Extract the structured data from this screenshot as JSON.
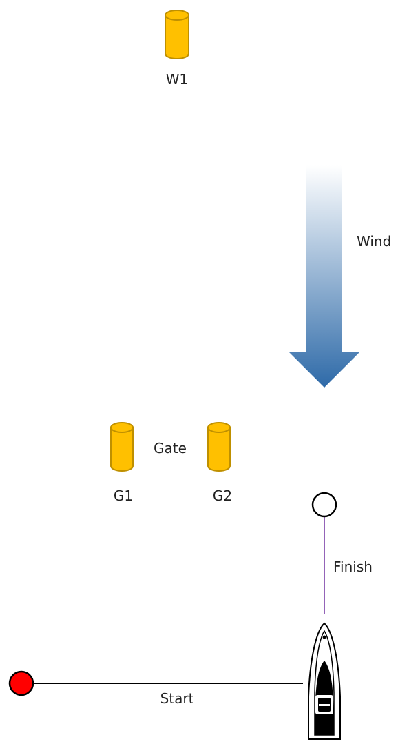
{
  "colors": {
    "buoy_fill": "#ffc000",
    "buoy_stroke": "#bf9000",
    "wind_top": "#ffffff",
    "wind_bottom": "#2e6aa8",
    "start_mark": "#ff0000",
    "finish_mark": "#ffffff",
    "start_line": "#000000",
    "finish_line": "#7030a0",
    "boat_body": "#ffffff",
    "boat_deck": "#000000"
  },
  "marks": {
    "w1": {
      "label": "W1",
      "icon": "cylinder-buoy-icon"
    },
    "g1": {
      "label": "G1",
      "icon": "cylinder-buoy-icon"
    },
    "g2": {
      "label": "G2",
      "icon": "cylinder-buoy-icon"
    },
    "gate_label": "Gate"
  },
  "wind": {
    "label": "Wind",
    "icon": "arrow-down-icon"
  },
  "finish": {
    "label": "Finish",
    "icon": "circle-mark-icon"
  },
  "start": {
    "label": "Start",
    "icon": "circle-mark-icon"
  },
  "committee_boat": {
    "icon": "boat-icon"
  }
}
